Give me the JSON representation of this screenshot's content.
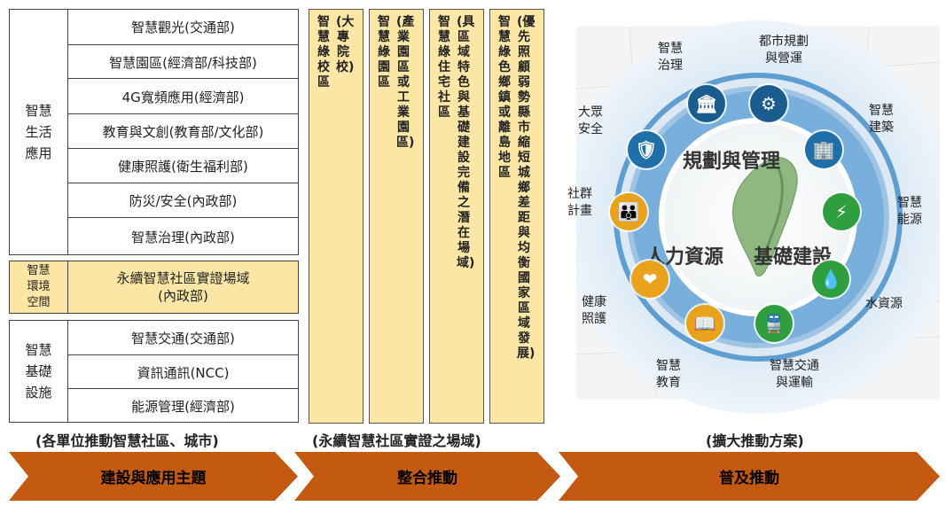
{
  "left_table": {
    "groups": [
      {
        "label": "智慧\n生活\n應用",
        "rows": [
          "智慧觀光(交通部)",
          "智慧園區(經濟部/科技部)",
          "4G寬頻應用(經濟部)",
          "教育與文創(教育部/文化部)",
          "健康照護(衛生福利部)",
          "防災/安全(內政部)",
          "智慧治理(內政部)"
        ]
      },
      {
        "label": "智慧\n環境\n空間",
        "rows": [
          "永續智慧社區實證場域\n(內政部)"
        ]
      },
      {
        "label": "智慧\n基礎\n設施",
        "rows": [
          "智慧交通(交通部)",
          "資訊通訊(NCC)",
          "能源管理(經濟部)"
        ]
      }
    ],
    "caption": "(各單位推動智慧社區、城市)"
  },
  "columns": {
    "items": [
      {
        "main": "智慧綠校區",
        "sub": "(大專院校)"
      },
      {
        "main": "智慧綠園區",
        "sub": "(產業園區或工業園區)"
      },
      {
        "main": "智慧綠住宅社區",
        "sub": "(具區域特色與基礎建設完備之潛在場域)"
      },
      {
        "main": "智慧綠色鄉鎮或離島地區",
        "sub": "(優先照顧弱勢縣市縮短城鄉差距與均衡國家區域發展)"
      }
    ],
    "caption": "(永續智慧社區實證之場域)"
  },
  "circle": {
    "center_top": "規劃與管理",
    "center_left": "人力資源",
    "center_right": "基礎建設",
    "labels": {
      "gov": "智慧\n治理",
      "urban": "都市規劃\n與營運",
      "building": "智慧\n建築",
      "energy": "智慧\n能源",
      "water": "水資源",
      "transport": "智慧交通\n與運輸",
      "education": "智慧\n教育",
      "health": "健康\n照護",
      "community": "社群\n計畫",
      "safety": "大眾\n安全"
    },
    "caption": "(擴大推動方案)"
  },
  "arrows": [
    "建設與應用主題",
    "整合推動",
    "普及推動"
  ],
  "colors": {
    "yellow_fill": "#fbe6a5",
    "arrow_orange": "#c45a12",
    "ring_light": "#bcd6ea",
    "ring_mid": "#5e9ed0",
    "ring_dark": "#2f7fc0",
    "icon_blue": "#1f6fa8",
    "icon_navy": "#1a5c8e",
    "icon_green": "#2e9e3e",
    "icon_gold": "#e8a21c"
  }
}
